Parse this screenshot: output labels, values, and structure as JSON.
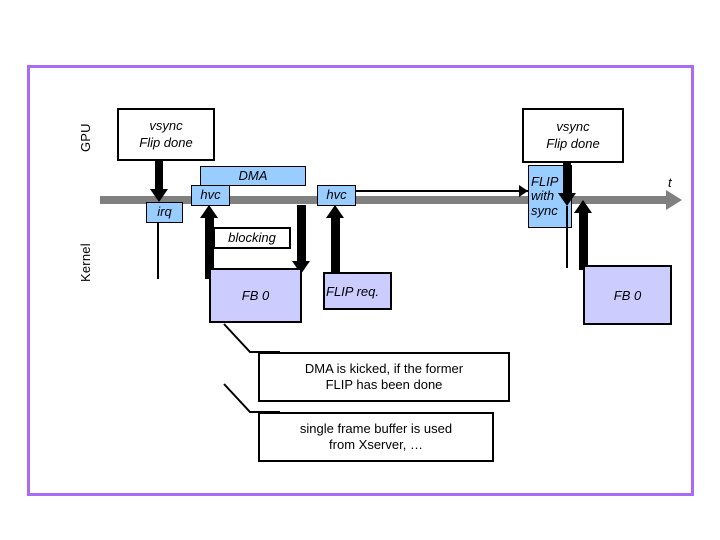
{
  "diagram": {
    "title": "GPU / Kernel vsync FLIP timing diagram",
    "frame_color": "#A96BF5",
    "timeline_color": "#808080",
    "blue_box_color": "#99CCFF",
    "lavender_box_color": "#CCCCFF"
  },
  "lanes": {
    "gpu": "GPU",
    "kernel": "Kernel"
  },
  "axis": {
    "time_label": "t"
  },
  "gpu_events": [
    {
      "id": "vsync-left",
      "line1": "vsync",
      "line2": "Flip done"
    },
    {
      "id": "vsync-right",
      "line1": "vsync",
      "line2": "Flip done"
    }
  ],
  "timeline_boxes": [
    {
      "id": "irq",
      "label": "irq"
    },
    {
      "id": "hvc1",
      "label": "hvc"
    },
    {
      "id": "dma",
      "label": "DMA"
    },
    {
      "id": "hvc2",
      "label": "hvc"
    },
    {
      "id": "flip-with-sync",
      "label": "FLIP with sync",
      "line1": "FLIP",
      "line2": "with",
      "line3": "sync"
    }
  ],
  "kernel_boxes": [
    {
      "id": "blocking",
      "label": "blocking"
    },
    {
      "id": "fb0-left",
      "label": "FB 0"
    },
    {
      "id": "flip-req",
      "label": "FLIP req."
    },
    {
      "id": "fb0-right",
      "label": "FB 0"
    }
  ],
  "annotations": [
    {
      "id": "note-dma",
      "line1": "DMA is kicked, if the former",
      "line2": "FLIP has been done"
    },
    {
      "id": "note-fb",
      "line1": "single frame buffer is used",
      "line2": "from Xserver, …"
    }
  ]
}
